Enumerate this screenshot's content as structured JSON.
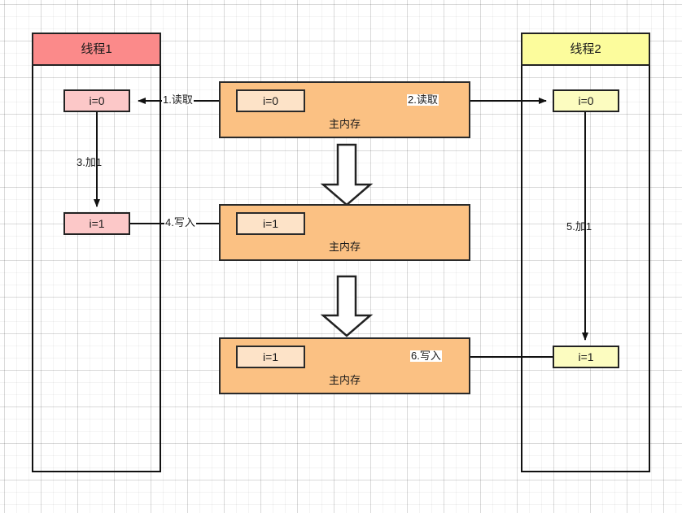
{
  "diagram": {
    "title": "Java memory model thread visibility diagram",
    "colors": {
      "thread1_header": "#fb8a8a",
      "thread1_box": "#fcc8c8",
      "thread2_header": "#fcfc9c",
      "thread2_box": "#fcfcc0",
      "main_memory": "#fbc183",
      "main_memory_inner": "#fde3c8",
      "stroke": "#222222",
      "background": "#ffffff"
    }
  },
  "thread1": {
    "header": "线程1",
    "boxes": [
      {
        "label": "i=0"
      },
      {
        "label": "i=1"
      }
    ],
    "step_label": "3.加1"
  },
  "thread2": {
    "header": "线程2",
    "boxes": [
      {
        "label": "i=0"
      },
      {
        "label": "i=1"
      }
    ],
    "step_label": "5.加1"
  },
  "main_memory": [
    {
      "caption": "主内存",
      "value": "i=0"
    },
    {
      "caption": "主内存",
      "value": "i=1"
    },
    {
      "caption": "主内存",
      "value": "i=1"
    }
  ],
  "edges": [
    {
      "id": "read1",
      "label": "1.读取"
    },
    {
      "id": "read2",
      "label": "2.读取"
    },
    {
      "id": "write4",
      "label": "4.写入"
    },
    {
      "id": "write6",
      "label": "6.写入"
    }
  ]
}
